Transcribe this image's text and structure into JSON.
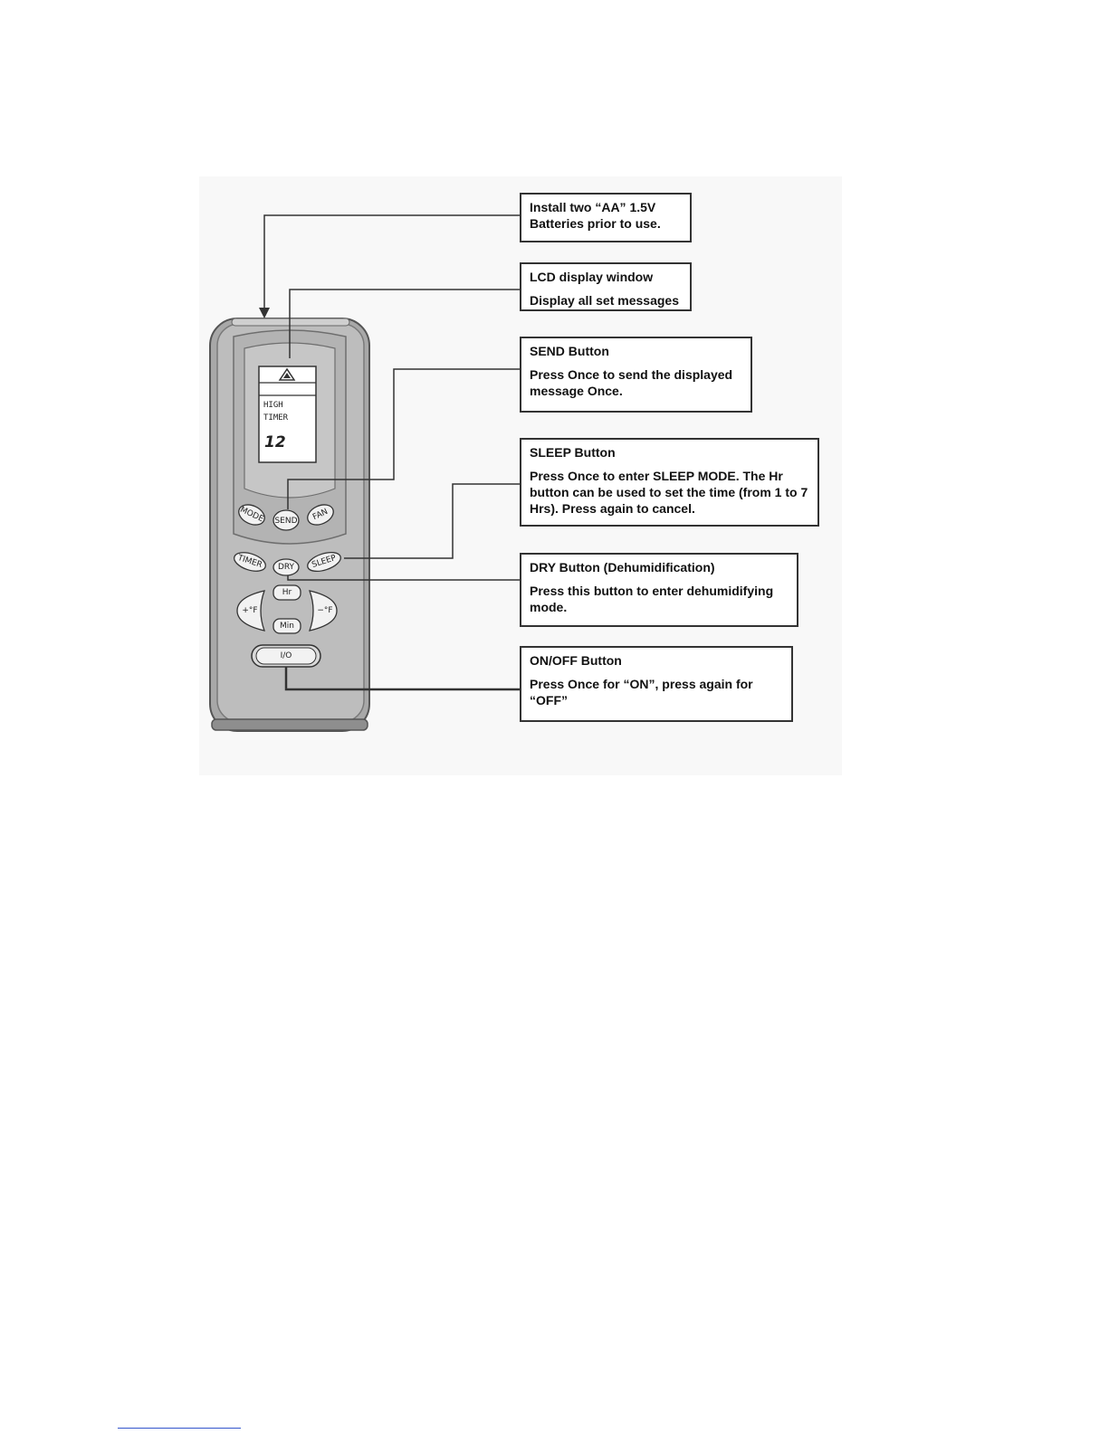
{
  "remote": {
    "lcd": {
      "mode_line": "HIGH",
      "timer_line": "TIMER",
      "timer_value": "12"
    },
    "buttons": {
      "mode": "MODE",
      "send": "SEND",
      "fan": "FAN",
      "timer": "TIMER",
      "dry": "DRY",
      "sleep": "SLEEP",
      "hr": "Hr",
      "temp_up": "+°F",
      "temp_down": "−°F",
      "min": "Min",
      "power": "I/O"
    }
  },
  "callouts": {
    "batteries": {
      "title": "Install two “AA” 1.5V",
      "description": "Batteries prior to use."
    },
    "lcd": {
      "title": "LCD display window",
      "description": "Display all set messages"
    },
    "send": {
      "title": "SEND Button",
      "description": "Press Once to send the displayed message Once."
    },
    "sleep": {
      "title": "SLEEP Button",
      "description": "Press Once to enter SLEEP MODE. The Hr button can be used to set the time (from 1 to 7 Hrs). Press again to cancel."
    },
    "dry": {
      "title": "DRY Button (Dehumidification)",
      "description": "Press this button to enter dehumidifying mode."
    },
    "onoff": {
      "title": "ON/OFF Button",
      "description": "Press Once for “ON”, press again for “OFF”"
    }
  },
  "colors": {
    "remote_body": "#bdbdbd",
    "remote_edge": "#6e6e6e",
    "lcd": "#ffffff",
    "button": "#f2f2f2",
    "line": "#333333"
  }
}
